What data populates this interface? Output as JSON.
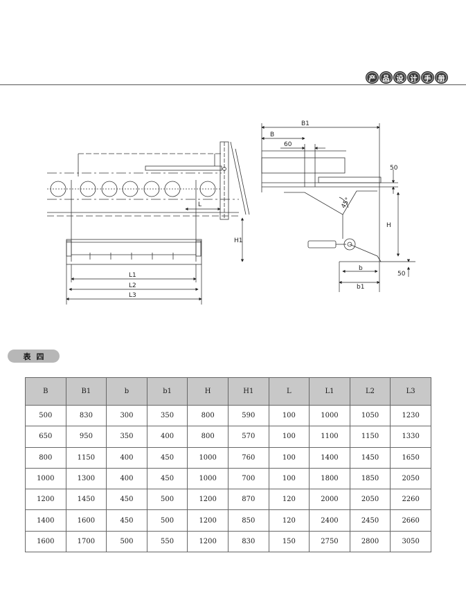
{
  "header": {
    "badges": [
      "产",
      "品",
      "设",
      "计",
      "手",
      "册"
    ]
  },
  "drawing": {
    "labels": {
      "B1": "B1",
      "B": "B",
      "gap60": "60",
      "gap50_top": "50",
      "gap50_bottom": "50",
      "H": "H",
      "H1": "H1",
      "L": "L",
      "L1": "L1",
      "L2": "L2",
      "L3": "L3",
      "b": "b",
      "b1": "b1",
      "angle": "45°"
    }
  },
  "table": {
    "label": "表四",
    "columns": [
      "B",
      "B1",
      "b",
      "b1",
      "H",
      "H1",
      "L",
      "L1",
      "L2",
      "L3"
    ],
    "rows": [
      [
        "500",
        "830",
        "300",
        "350",
        "800",
        "590",
        "100",
        "1000",
        "1050",
        "1230"
      ],
      [
        "650",
        "950",
        "350",
        "400",
        "800",
        "570",
        "100",
        "1100",
        "1150",
        "1330"
      ],
      [
        "800",
        "1150",
        "400",
        "450",
        "1000",
        "760",
        "100",
        "1400",
        "1450",
        "1650"
      ],
      [
        "1000",
        "1300",
        "400",
        "450",
        "1000",
        "700",
        "100",
        "1800",
        "1850",
        "2050"
      ],
      [
        "1200",
        "1450",
        "450",
        "500",
        "1200",
        "870",
        "120",
        "2000",
        "2050",
        "2260"
      ],
      [
        "1400",
        "1600",
        "450",
        "500",
        "1200",
        "850",
        "120",
        "2400",
        "2450",
        "2660"
      ],
      [
        "1600",
        "1700",
        "500",
        "550",
        "1200",
        "830",
        "150",
        "2750",
        "2800",
        "3050"
      ]
    ]
  }
}
